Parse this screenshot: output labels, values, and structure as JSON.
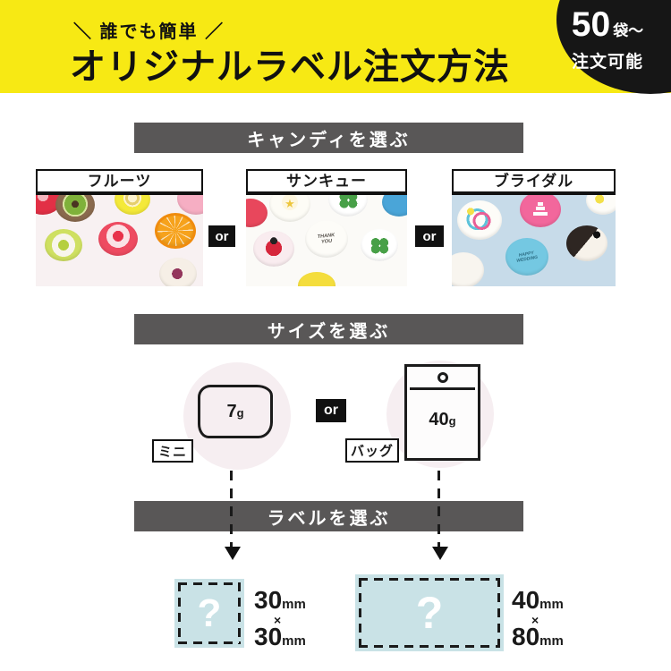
{
  "header": {
    "slogan": "＼ 誰でも簡単 ／",
    "title": "オリジナルラベル注文方法",
    "badge": {
      "count": "50",
      "count_suffix": "袋～",
      "line2": "注文可能"
    }
  },
  "steps": {
    "step1": "キャンディを選ぶ",
    "step2": "サイズを選ぶ",
    "step3": "ラベルを選ぶ"
  },
  "or_label": "or",
  "candy_options": [
    {
      "name": "フルーツ"
    },
    {
      "name": "サンキュー"
    },
    {
      "name": "ブライダル"
    }
  ],
  "candy_texts": {
    "thank_you": "THANK\nYOU",
    "happy_wedding": "HAPPY\nWEDDING",
    "star_icon": "★"
  },
  "size_options": [
    {
      "tag": "ミニ",
      "weight_num": "7",
      "weight_unit": "g"
    },
    {
      "tag": "バッグ",
      "weight_num": "40",
      "weight_unit": "g"
    }
  ],
  "label_options": [
    {
      "placeholder": "?",
      "width_num": "30",
      "width_unit": "mm",
      "times": "×",
      "height_num": "30",
      "height_unit": "mm"
    },
    {
      "placeholder": "?",
      "width_num": "40",
      "width_unit": "mm",
      "times": "×",
      "height_num": "80",
      "height_unit": "mm"
    }
  ],
  "colors": {
    "banner_yellow": "#f7e914",
    "step_bar_gray": "#595757",
    "badge_black": "#161616",
    "size_circle_pink": "#f6eef1",
    "label_box_blue": "#c9e2e6"
  }
}
